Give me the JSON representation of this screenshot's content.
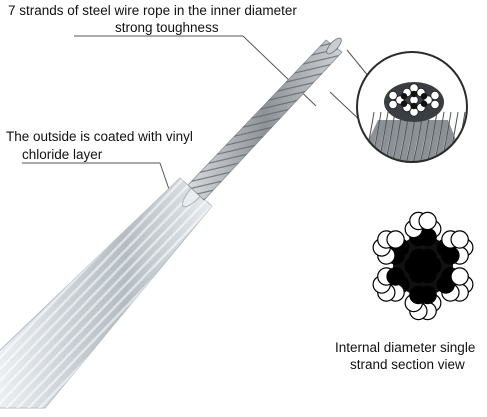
{
  "labels": {
    "inner_line1": "7 strands of steel wire rope in the inner diameter",
    "inner_line2": "strong toughness",
    "outer_line1": "The outside is coated with vinyl",
    "outer_line2": "chloride layer",
    "section_line1": "Internal diameter single",
    "section_line2": "strand section view"
  },
  "colors": {
    "steel": "#9a9ea3",
    "coating": "#c4ccd2",
    "leader": "#555555",
    "wire_dark": "#000000",
    "wire_light": "#ffffff"
  }
}
